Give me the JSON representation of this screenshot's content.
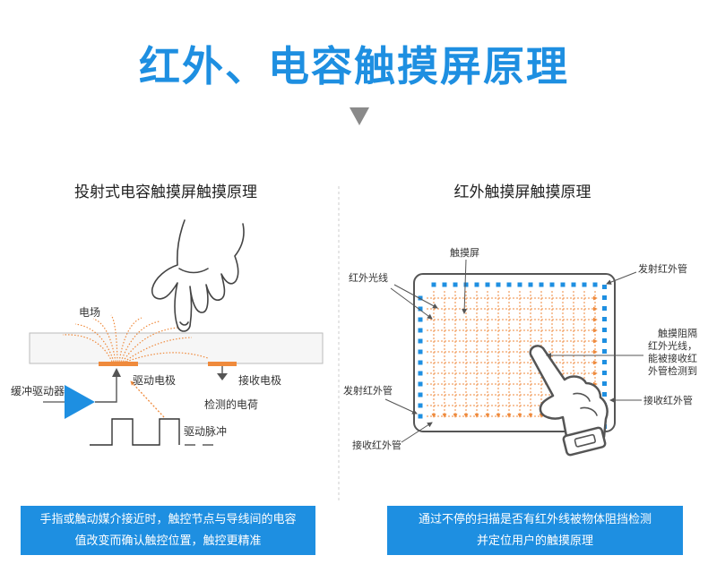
{
  "title": "红外、电容触摸屏原理",
  "colors": {
    "accent": "#1e8fe1",
    "beam": "#ef8a3c",
    "electrode": "#ef8a3c"
  },
  "left_panel": {
    "heading": "投射式电容触摸屏触摸原理",
    "labels": {
      "electric_field": "电场",
      "buffer_driver": "缓冲驱动器",
      "drive_electrode": "驱动电极",
      "receive_electrode": "接收电极",
      "detected_charge": "检测的电荷",
      "drive_pulse": "驱动脉冲"
    },
    "caption": [
      "手指或触动媒介接近时，触控节点与导线间的电容",
      "值改变而确认触控位置，触控更精准"
    ]
  },
  "right_panel": {
    "heading": "红外触摸屏触摸原理",
    "labels": {
      "touch_screen": "触摸屏",
      "infrared_light": "红外光线",
      "emitter_top": "发射红外管",
      "emitter_left": "发射红外管",
      "receiver_right": "接收红外管",
      "receiver_bottom": "接收红外管",
      "touch_block": [
        "触摸阻隔",
        "红外光线，",
        "能被接收红",
        "外管检测到"
      ]
    },
    "caption": [
      "通过不停的扫描是否有红外线被物体阻挡检测",
      "并定位用户的触摸原理"
    ]
  }
}
